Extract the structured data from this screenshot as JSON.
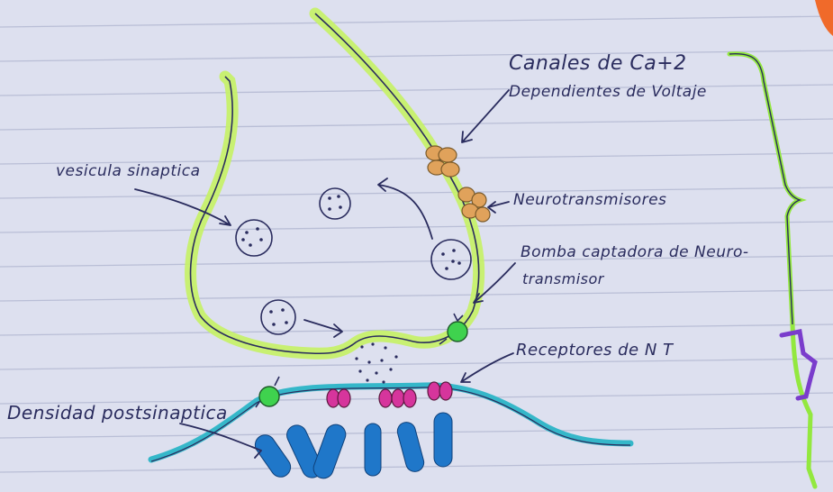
{
  "labels": {
    "canales": "Canales de Ca+2",
    "dependientes": "Dependientes de Voltaje",
    "vesicula": "vesicula sinaptica",
    "neurotransmisores": "Neurotransmisores",
    "bomba_line1": "Bomba captadora de Neuro-",
    "bomba_line2": "transmisor",
    "receptores": "Receptores de N T",
    "densidad": "Densidad postsinaptica"
  },
  "colors": {
    "paper": "#dde0ef",
    "ruled_line": "#b9bed6",
    "ink": "#2a2c5e",
    "membrane_highlight": "#c6f06a",
    "postsynaptic_membrane": "#35b7c9",
    "channel": "#e0a25b",
    "pump": "#3fd24e",
    "receptor": "#d6359c",
    "density_blue": "#1f77c9",
    "bracket_green": "#93e83f",
    "bracket_purple": "#7a3dcc",
    "corner_orange": "#f06a2a"
  }
}
